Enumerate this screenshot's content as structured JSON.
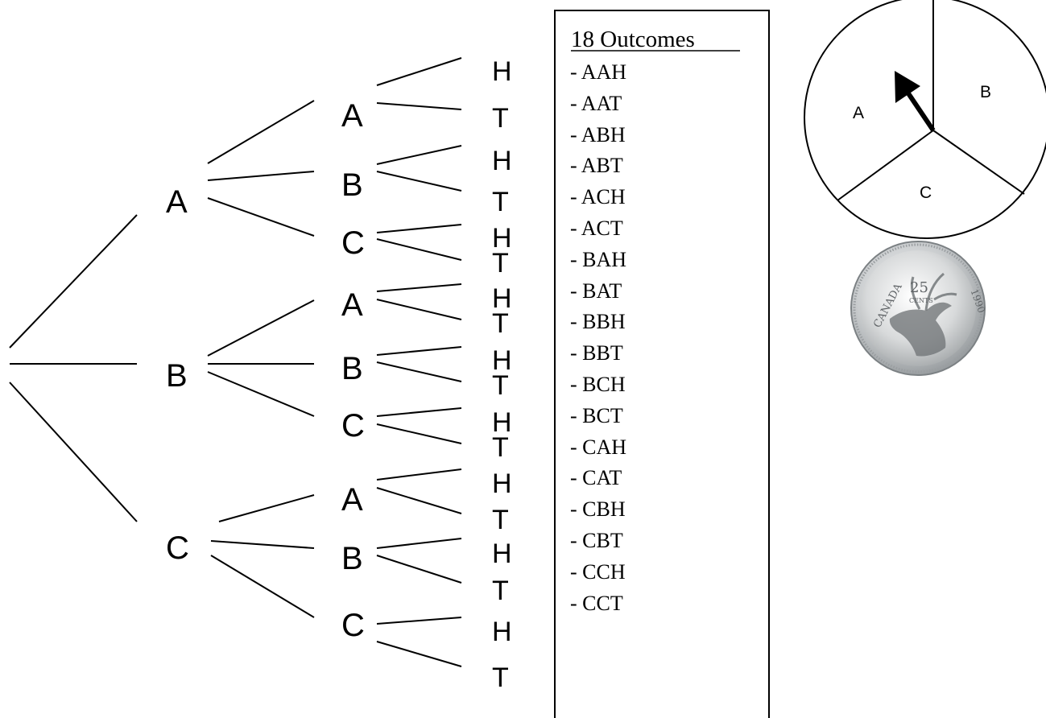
{
  "tree": {
    "level1": [
      "A",
      "B",
      "C"
    ],
    "level2": [
      "A",
      "B",
      "C",
      "A",
      "B",
      "C",
      "A",
      "B",
      "C"
    ],
    "level3": [
      "H",
      "T",
      "H",
      "T",
      "H",
      "T",
      "H",
      "T",
      "H",
      "T",
      "H",
      "T",
      "H",
      "T",
      "H",
      "T",
      "H",
      "T"
    ]
  },
  "outcomes": {
    "title": "18 Outcomes",
    "items": [
      "- AAH",
      "- AAT",
      "- ABH",
      "- ABT",
      "- ACH",
      "- ACT",
      "- BAH",
      "- BAT",
      "- BBH",
      "- BBT",
      "- BCH",
      "- BCT",
      "- CAH",
      "- CAT",
      "- CBH",
      "- CBT",
      "- CCH",
      "- CCT"
    ]
  },
  "spinner": {
    "sections": [
      "A",
      "B",
      "C"
    ]
  },
  "coin": {
    "icon": "canadian-quarter-coin-icon",
    "text_top": "CANADA",
    "value": "25",
    "unit": "CENTS",
    "year": "1990"
  }
}
